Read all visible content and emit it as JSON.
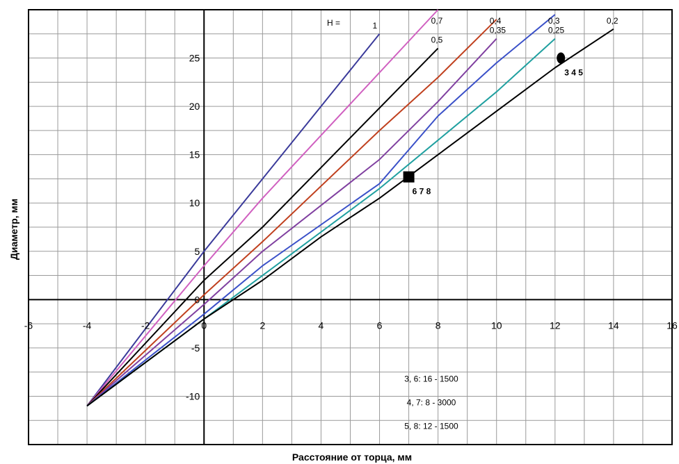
{
  "chart_data": {
    "type": "line",
    "title": "",
    "xlabel": "Расстояние от торца, мм",
    "ylabel": "Диаметр, мм",
    "xlim": [
      -6,
      16
    ],
    "ylim": [
      -15,
      30
    ],
    "x_ticks": [
      -6,
      -4,
      -2,
      0,
      2,
      4,
      6,
      8,
      10,
      12,
      14,
      16
    ],
    "y_ticks": [
      -10,
      -5,
      0,
      5,
      10,
      15,
      20,
      25
    ],
    "x_tick_labels": [
      "-6",
      "-4",
      "-2",
      "0",
      "2",
      "4",
      "6",
      "8",
      "10",
      "12",
      "14",
      "16"
    ],
    "y_tick_labels": [
      "-10",
      "-5",
      "0",
      "5",
      "10",
      "15",
      "20",
      "25"
    ],
    "grid": true,
    "h_prefix": "H =",
    "series": [
      {
        "name": "1",
        "color": "#3a3a9a",
        "points": [
          [
            -4,
            -11
          ],
          [
            0,
            5
          ],
          [
            6,
            27.5
          ]
        ]
      },
      {
        "name": "0,7",
        "color": "#d060c0",
        "points": [
          [
            -4,
            -11
          ],
          [
            0,
            3.5
          ],
          [
            2,
            10.5
          ],
          [
            8,
            30
          ]
        ]
      },
      {
        "name": "0,5",
        "color": "#000000",
        "points": [
          [
            -4,
            -11
          ],
          [
            0,
            2
          ],
          [
            2,
            7.5
          ],
          [
            8,
            26
          ]
        ]
      },
      {
        "name": "0,4",
        "color": "#c0401e",
        "points": [
          [
            -4,
            -11
          ],
          [
            0,
            0.5
          ],
          [
            2,
            6
          ],
          [
            6,
            17.5
          ],
          [
            8,
            23
          ],
          [
            10,
            29
          ]
        ]
      },
      {
        "name": "0,35",
        "color": "#8040a0",
        "points": [
          [
            -4,
            -11
          ],
          [
            0,
            -0.5
          ],
          [
            2,
            5
          ],
          [
            6,
            14.5
          ],
          [
            8,
            20.5
          ],
          [
            10,
            27
          ]
        ]
      },
      {
        "name": "0,3",
        "color": "#3a50c8",
        "points": [
          [
            -4,
            -11
          ],
          [
            0,
            -1.5
          ],
          [
            2,
            3.5
          ],
          [
            6,
            12
          ],
          [
            8,
            19
          ],
          [
            10,
            24.5
          ],
          [
            12,
            29.5
          ]
        ]
      },
      {
        "name": "0,25",
        "color": "#20a0a0",
        "points": [
          [
            -4,
            -11
          ],
          [
            0,
            -2
          ],
          [
            2,
            2.5
          ],
          [
            6,
            11.5
          ],
          [
            8,
            16.5
          ],
          [
            10,
            21.5
          ],
          [
            12,
            27
          ]
        ]
      },
      {
        "name": "0,2",
        "color": "#000000",
        "points": [
          [
            -4,
            -11
          ],
          [
            0,
            -2
          ],
          [
            2,
            2
          ],
          [
            4,
            6.5
          ],
          [
            6,
            10.5
          ],
          [
            8,
            15
          ],
          [
            10,
            19.5
          ],
          [
            12,
            24
          ],
          [
            14,
            28
          ]
        ]
      }
    ],
    "markers": [
      {
        "shape": "circle",
        "x": 12.2,
        "y": 25,
        "label": "3 4 5"
      },
      {
        "shape": "square",
        "x": 7,
        "y": 12.7,
        "label": "6 7 8"
      }
    ],
    "annotations": [
      "3, 6: 16 - 1500",
      "4, 7: 8 - 3000",
      "5, 8: 12 - 1500"
    ]
  }
}
